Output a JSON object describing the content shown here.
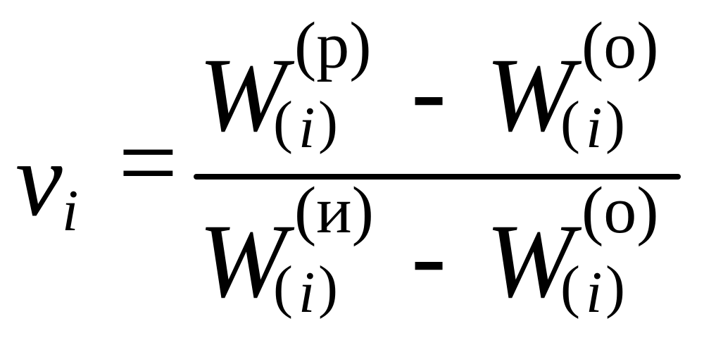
{
  "formula": {
    "lhs": {
      "symbol": "v",
      "subscript": "i"
    },
    "equals": "=",
    "numerator": {
      "term1": {
        "symbol": "W",
        "sub_open": "(",
        "sub_index": "i",
        "sub_close": ")",
        "sup": "(р)"
      },
      "minus": "-",
      "term2": {
        "symbol": "W",
        "sub_open": "(",
        "sub_index": "i",
        "sub_close": ")",
        "sup": "(о)"
      }
    },
    "denominator": {
      "term1": {
        "symbol": "W",
        "sub_open": "(",
        "sub_index": "i",
        "sub_close": ")",
        "sup": "(и)"
      },
      "minus": "-",
      "term2": {
        "symbol": "W",
        "sub_open": "(",
        "sub_index": "i",
        "sub_close": ")",
        "sup": "(о)"
      }
    }
  }
}
